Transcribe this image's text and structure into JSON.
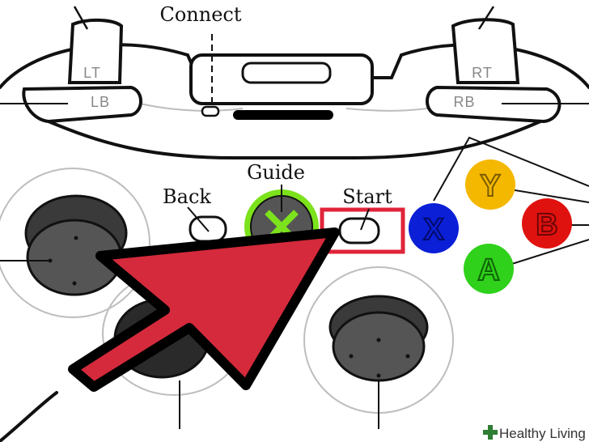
{
  "labels": {
    "connect": "Connect",
    "guide": "Guide",
    "back": "Back",
    "start": "Start"
  },
  "bumpers": {
    "lt": "LT",
    "rt": "RT",
    "lb": "LB",
    "rb": "RB"
  },
  "face_buttons": {
    "y": {
      "letter": "Y",
      "color": "#f5b800"
    },
    "x": {
      "letter": "X",
      "color": "#0a1fd6"
    },
    "b": {
      "letter": "B",
      "color": "#e0120f"
    },
    "a": {
      "letter": "A",
      "color": "#2fd11a"
    }
  },
  "highlight_color": "#e0243a",
  "arrow_color": "#d42a3c",
  "guide_ring_color": "#7ce21c",
  "watermark": {
    "text": "Healthy Living",
    "icon": "plus-leaf-icon"
  }
}
